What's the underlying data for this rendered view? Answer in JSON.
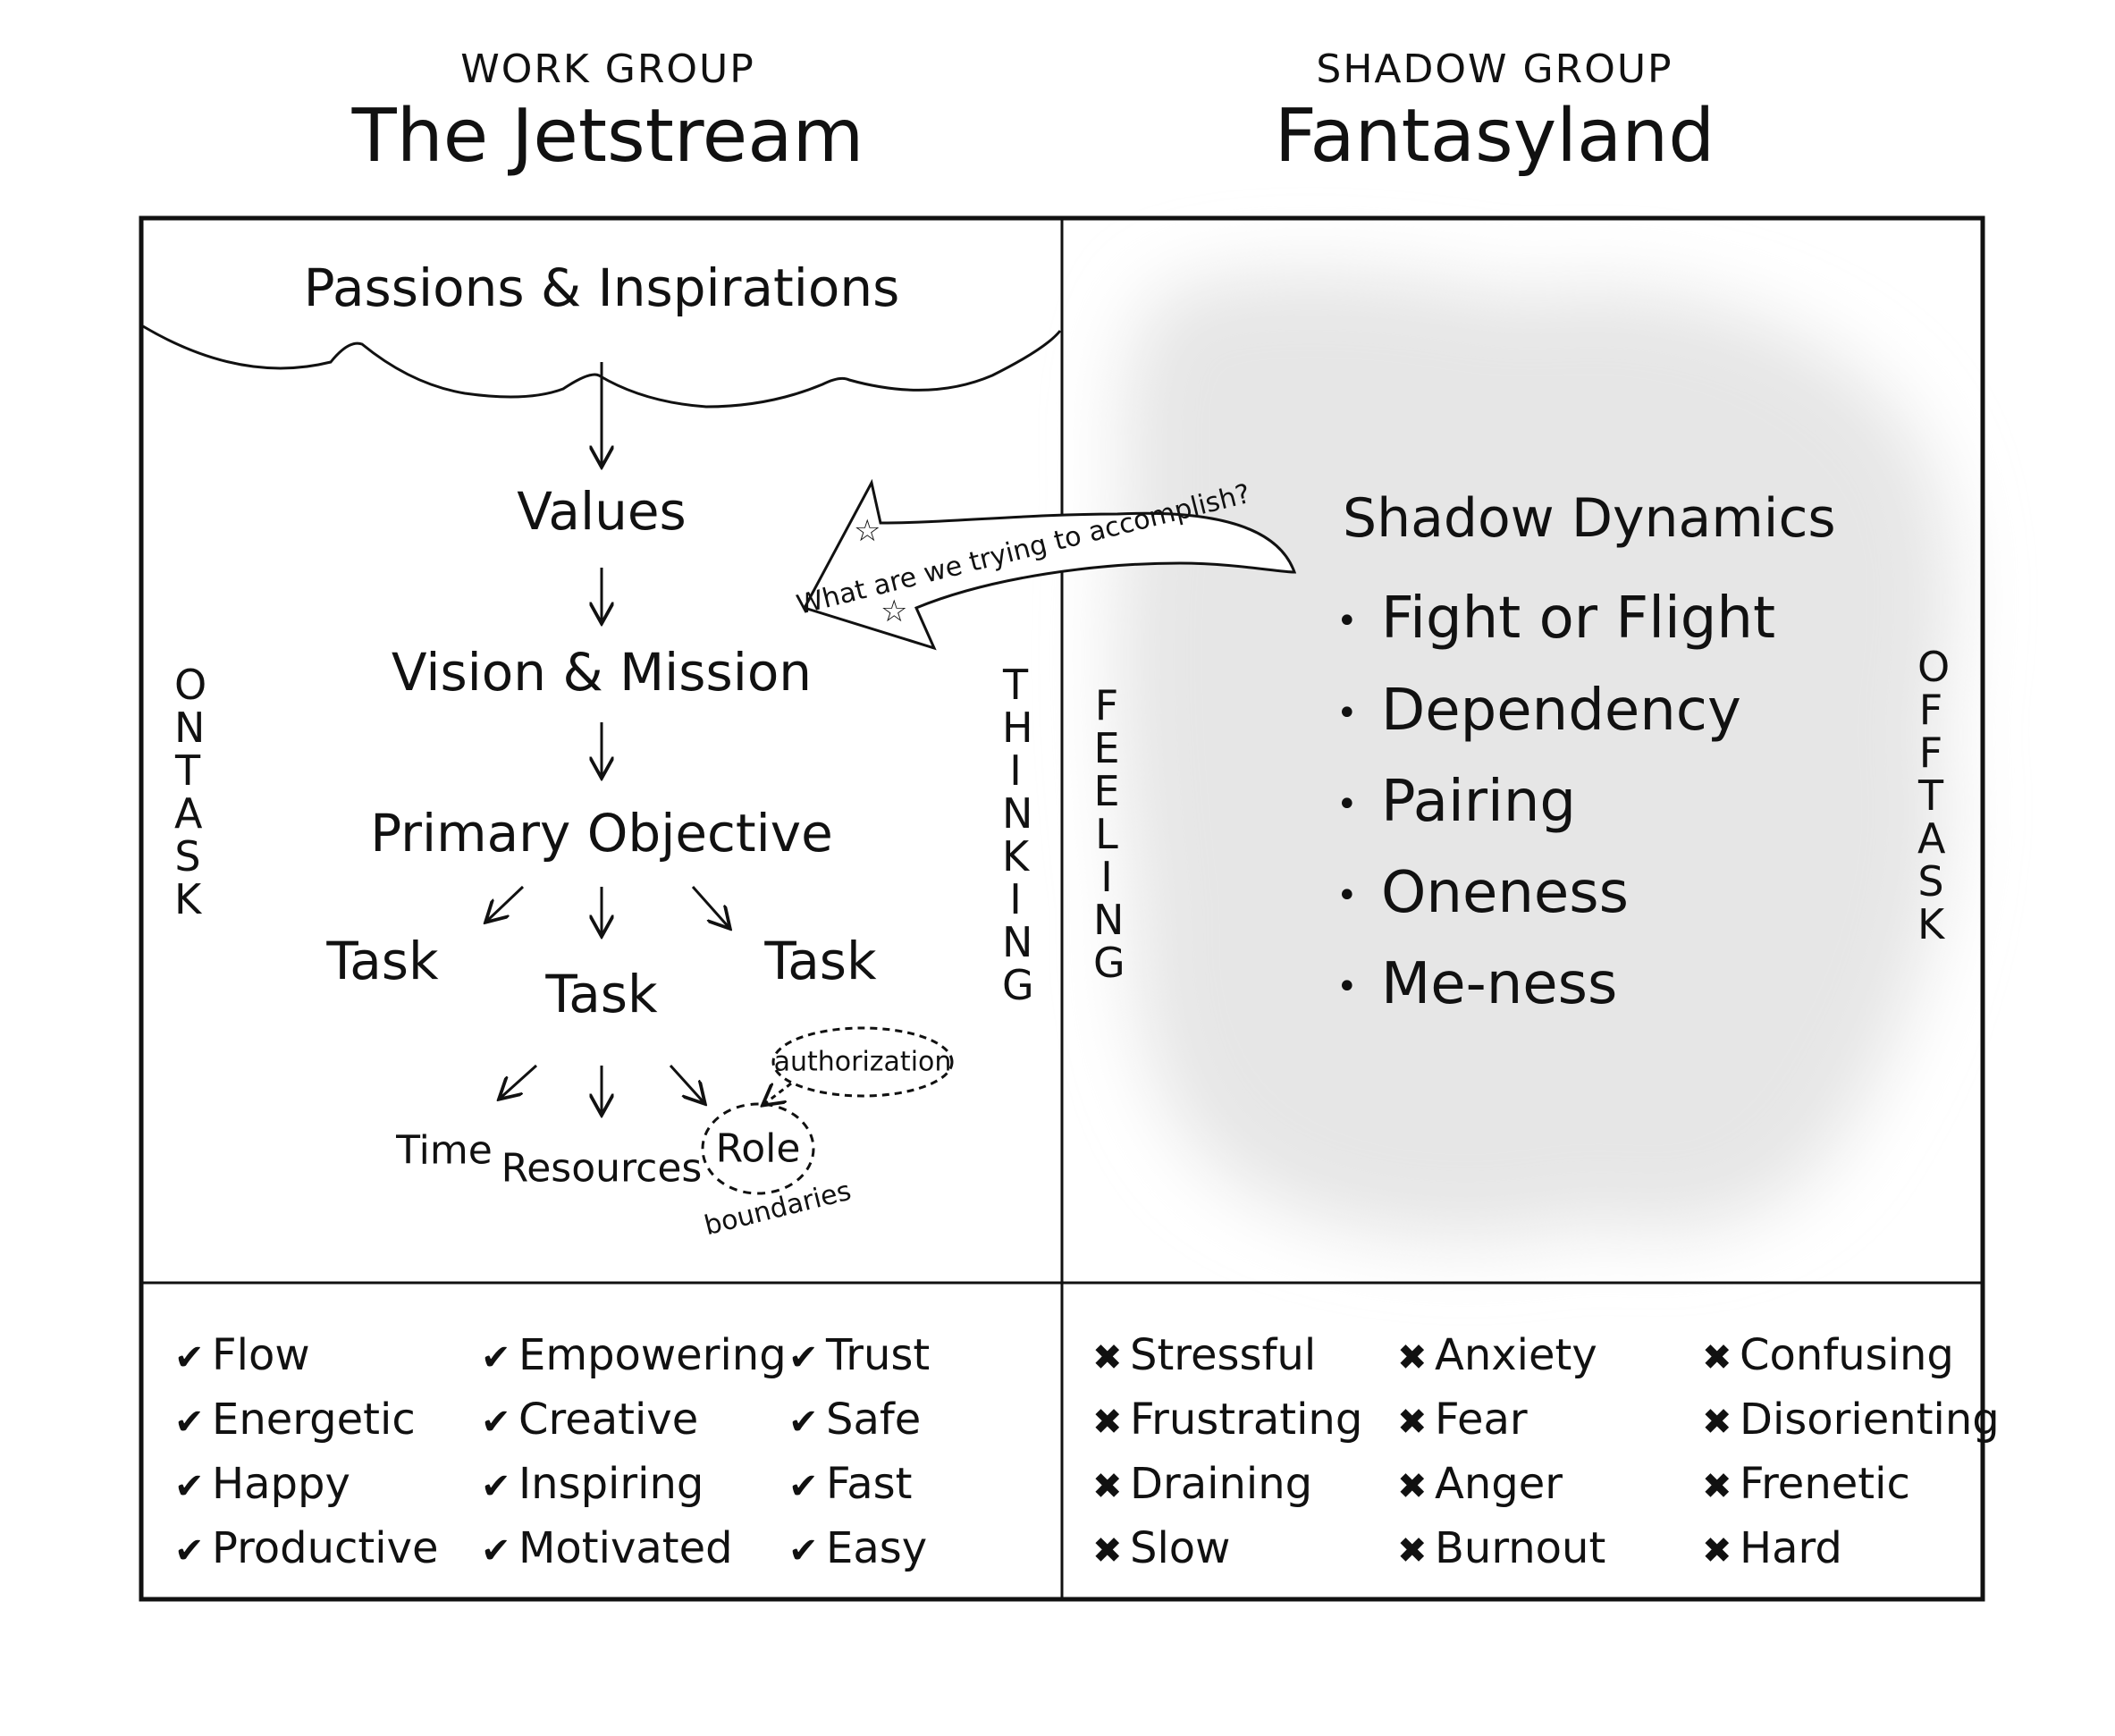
{
  "headers": {
    "left_small": "WORK GROUP",
    "left_big": "The Jetstream",
    "right_small": "SHADOW GROUP",
    "right_big": "Fantasyland"
  },
  "work": {
    "cloud_label": "Passions & Inspirations",
    "values": "Values",
    "vision": "Vision & Mission",
    "objective": "Primary Objective",
    "task_left": "Task",
    "task_center": "Task",
    "task_right": "Task",
    "time": "Time",
    "resources": "Resources",
    "role": "Role",
    "authorization": "authorization",
    "boundaries": "boundaries",
    "arrow_question": "What are we trying to accomplish?",
    "side_left": "ON TASK",
    "side_right": "THINKING"
  },
  "shadow": {
    "side_left": "FEELING",
    "side_right": "OFF TASK",
    "title": "Shadow Dynamics",
    "items": [
      "Fight or Flight",
      "Dependency",
      "Pairing",
      "Oneness",
      "Me-ness"
    ]
  },
  "positives": {
    "mark": "✔",
    "col1": [
      "Flow",
      "Energetic",
      "Happy",
      "Productive"
    ],
    "col2": [
      "Empowering",
      "Creative",
      "Inspiring",
      "Motivated"
    ],
    "col3": [
      "Trust",
      "Safe",
      "Fast",
      "Easy"
    ]
  },
  "negatives": {
    "mark": "✖",
    "col1": [
      "Stressful",
      "Frustrating",
      "Draining",
      "Slow"
    ],
    "col2": [
      "Anxiety",
      "Fear",
      "Anger",
      "Burnout"
    ],
    "col3": [
      "Confusing",
      "Disorienting",
      "Frenetic",
      "Hard"
    ]
  },
  "colors": {
    "ink": "#111111",
    "shadow_cloud": "#e6e6e6"
  }
}
